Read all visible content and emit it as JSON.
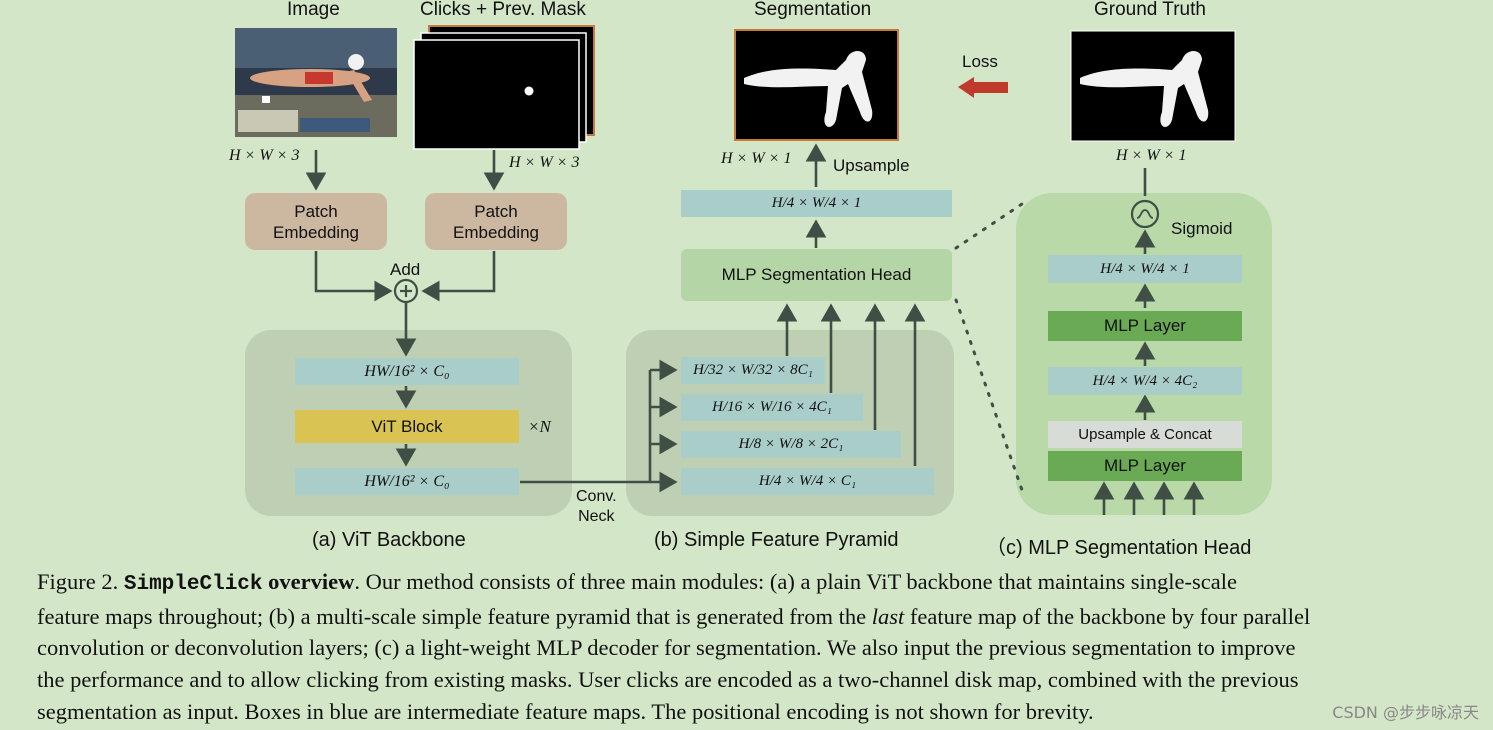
{
  "colors": {
    "background": "#d4e6c8",
    "feature_map": "#a9cdc9",
    "patch_embed": "#ccb7a1",
    "vit_block": "#d9c352",
    "mlp_layer": "#6aaa55",
    "mlp_head": "#b4d6a6",
    "loss_arrow": "#c0392b",
    "arrow": "#3f4f45"
  },
  "inputs": {
    "image_title": "Image",
    "clicks_title": "Clicks + Prev. Mask",
    "image_dim": "H × W × 3",
    "clicks_dim": "H × W × 3"
  },
  "patch": {
    "left_label": "Patch\nEmbedding",
    "right_label": "Patch\nEmbedding"
  },
  "add_label": "Add",
  "backbone": {
    "in_dim": "HW/16² × C₀",
    "block": "ViT Block",
    "repeat": "×N",
    "out_dim": "HW/16² × C₀",
    "title": "(a) ViT Backbone"
  },
  "neck_label": "Conv.\nNeck",
  "pyramid": {
    "levels": [
      "H/32 × W/32 × 8C₁",
      "H/16 × W/16 × 4C₁",
      "H/8 × W/8 × 2C₁",
      "H/4 × W/4 × C₁"
    ],
    "title": "(b) Simple Feature Pyramid"
  },
  "head": {
    "label": "MLP Segmentation Head",
    "out_dim": "H/4 × W/4 × 1",
    "upsample_label": "Upsample",
    "seg_dim": "H × W × 1"
  },
  "segmentation_title": "Segmentation",
  "loss_label": "Loss",
  "ground_truth": {
    "title": "Ground Truth",
    "dim": "H × W × 1"
  },
  "detail": {
    "sigmoid_label": "Sigmoid",
    "sigmoid_icon": "sigmoid-circle-icon",
    "out_dim": "H/4 × W/4 × 1",
    "mlp_top": "MLP Layer",
    "mid_dim": "H/4 × W/4 × 4C₂",
    "concat": "Upsample & Concat",
    "mlp_bottom": "MLP Layer",
    "title": "（c) MLP Segmentation Head"
  },
  "caption": {
    "fig": "Figure 2.",
    "name": "SimpleClick",
    "bold": "overview",
    "l1": ". Our method consists of three main modules: (a) a plain ViT backbone that maintains single-scale",
    "l2a": "feature maps throughout; (b) a multi-scale simple feature pyramid that is generated from the",
    "l2em": "last",
    "l2b": "feature map of the backbone by four parallel",
    "l3": "convolution or deconvolution layers; (c) a light-weight MLP decoder for segmentation. We also input the previous segmentation to improve",
    "l4": "the performance and to allow clicking from existing masks. User clicks are encoded as a two-channel disk map, combined with the previous",
    "l5": "segmentation as input. Boxes in blue are intermediate feature maps. The positional encoding is not shown for brevity."
  },
  "watermark": "CSDN @步步咏凉天"
}
